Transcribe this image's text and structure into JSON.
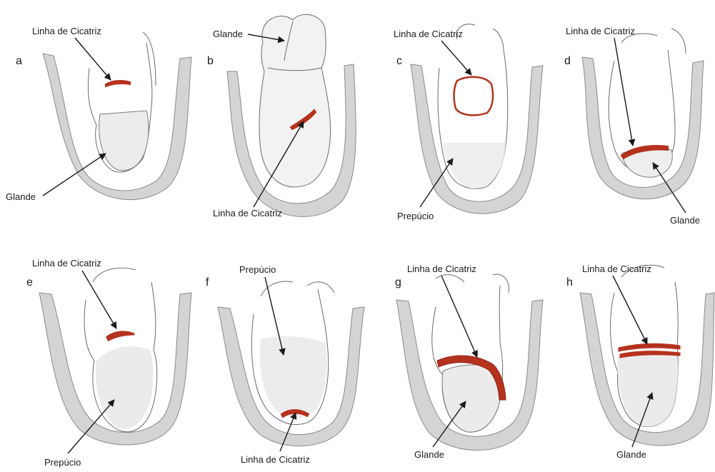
{
  "panels": [
    {
      "letter": "a",
      "labels": [
        "Linha de Cicatriz",
        "Glande"
      ]
    },
    {
      "letter": "b",
      "labels": [
        "Glande",
        "Linha de Cicatriz"
      ]
    },
    {
      "letter": "c",
      "labels": [
        "Linha de Cicatriz",
        "Prepúcio"
      ]
    },
    {
      "letter": "d",
      "labels": [
        "Linha de Cicatriz",
        "Glande"
      ]
    },
    {
      "letter": "e",
      "labels": [
        "Linha de Cicatriz",
        "Prepúcio"
      ]
    },
    {
      "letter": "f",
      "labels": [
        "Prepúcio",
        "Linha de Cicatriz"
      ]
    },
    {
      "letter": "g",
      "labels": [
        "Linha de Cicatriz",
        "Glande"
      ]
    },
    {
      "letter": "h",
      "labels": [
        "Linha de Cicatriz",
        "Glande"
      ]
    }
  ],
  "colors": {
    "scar": "#b5321f",
    "tissue": "#d4d4d4",
    "outline": "#6a6a6a",
    "arrow": "#1a1a1a"
  }
}
